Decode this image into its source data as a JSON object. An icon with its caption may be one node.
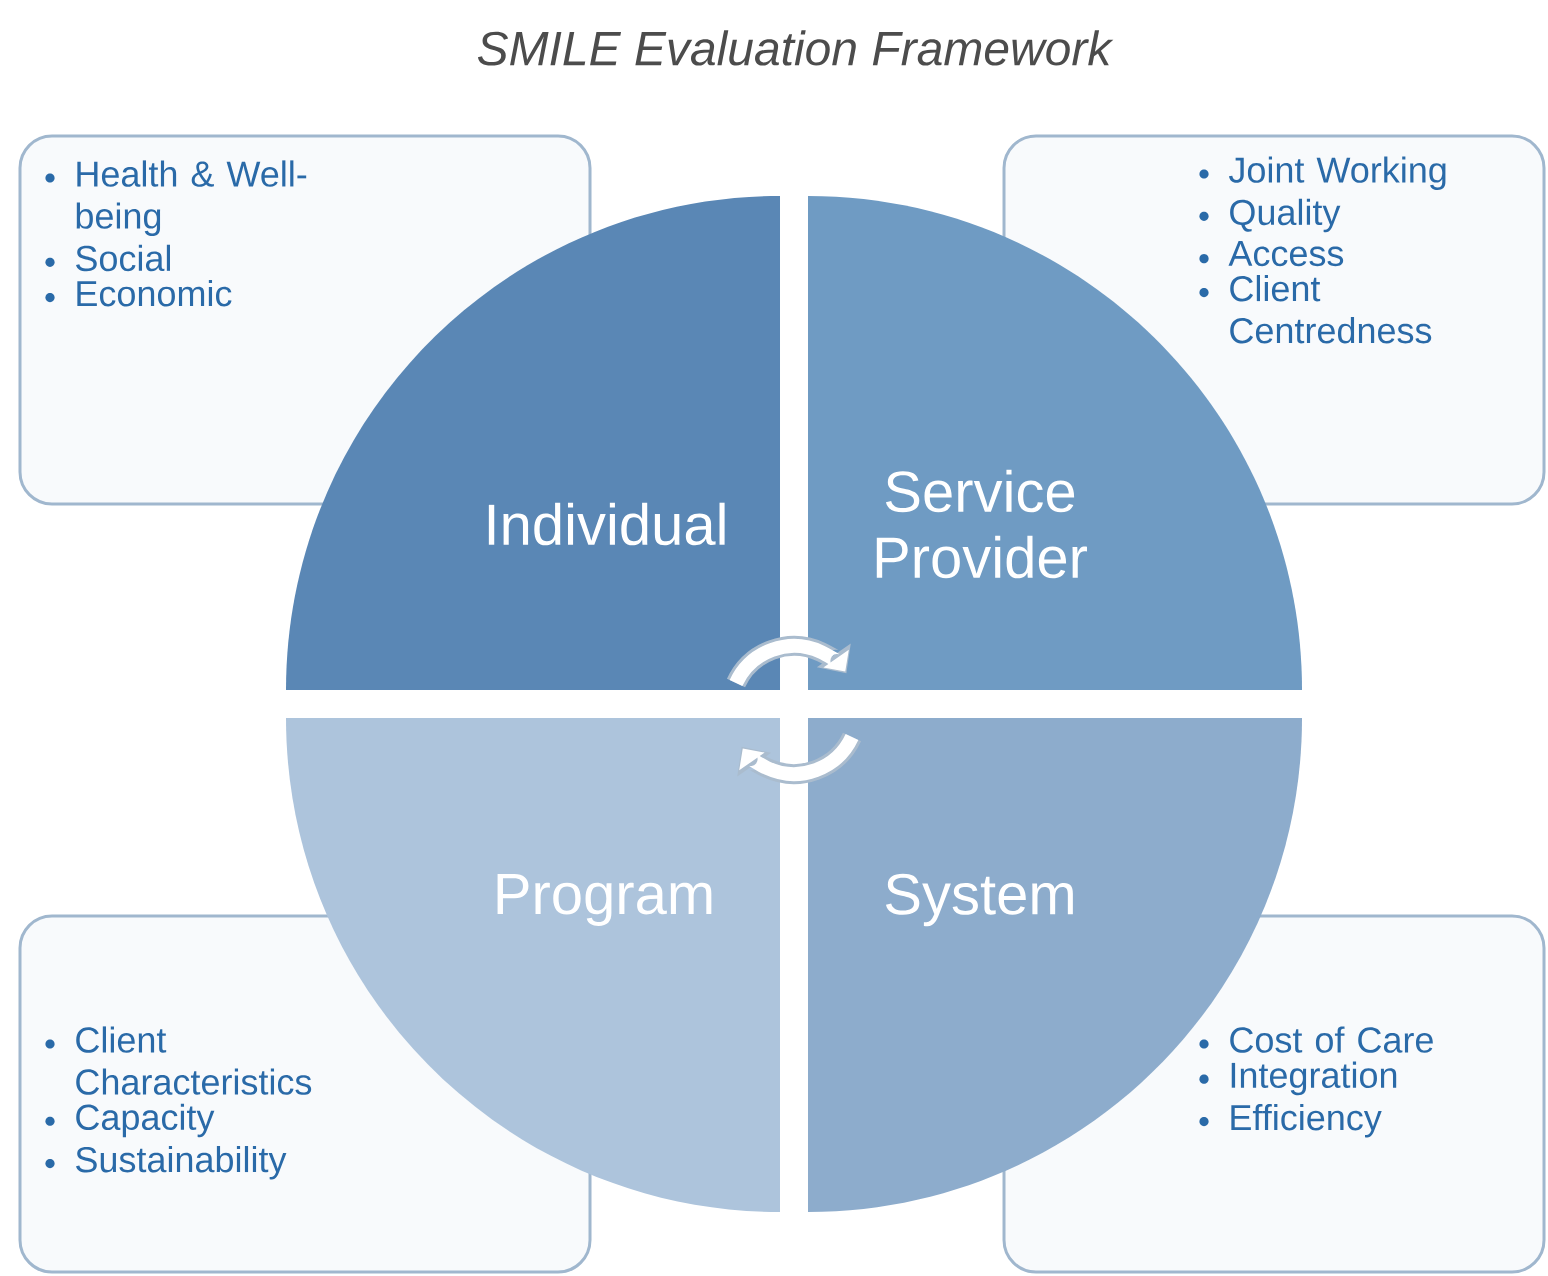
{
  "diagram": {
    "title": "SMILE Evaluation Framework",
    "nodes": [
      {
        "text": [
          "Health & Well-being",
          "Social",
          "Economic"
        ]
      },
      {
        "text": [
          "Joint Working",
          "Quality",
          "Access",
          "Client Centredness"
        ]
      },
      {
        "text": [
          "Individual"
        ]
      },
      {
        "text": [
          "Service Provider"
        ]
      },
      {
        "text": [
          "Program"
        ]
      },
      {
        "text": [
          "System"
        ]
      },
      {
        "text": [
          "Client Characteristics",
          "Capacity",
          "Sustainability"
        ]
      },
      {
        "text": [
          "Cost of Care",
          "Integration",
          "Efficiency"
        ]
      }
    ],
    "edges": [
      {
        "from": 2,
        "to": 3,
        "arrow": "to"
      },
      {
        "from": 5,
        "to": 4,
        "arrow": "to"
      }
    ]
  }
}
